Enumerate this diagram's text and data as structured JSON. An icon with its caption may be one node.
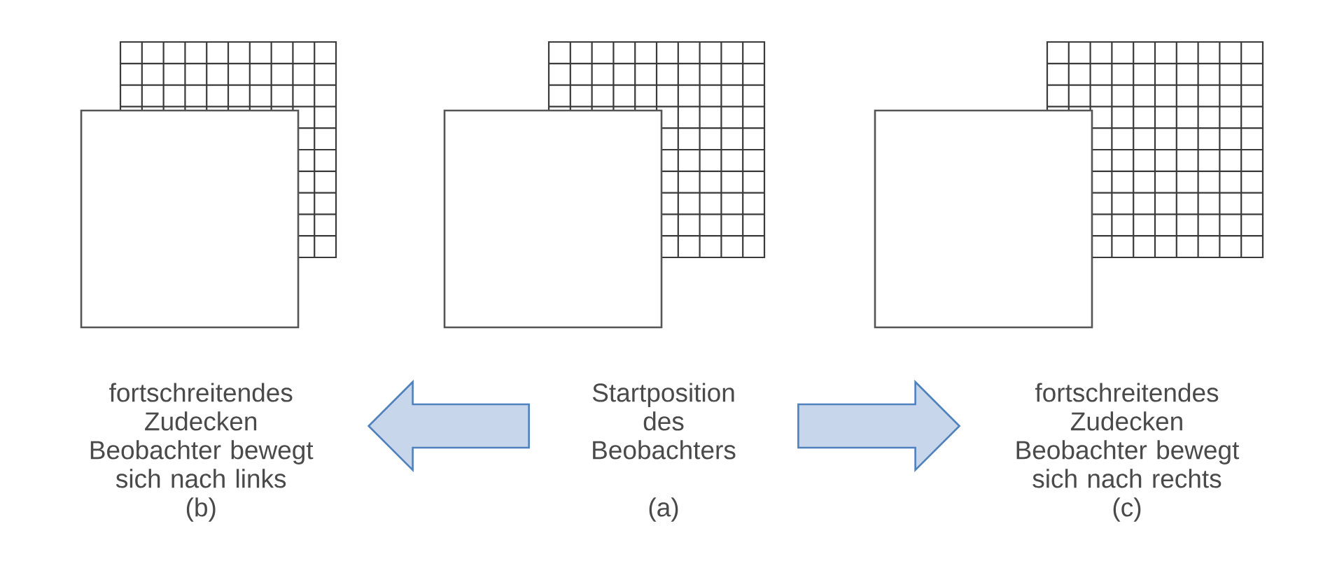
{
  "diagram": {
    "nodes": [
      {
        "text": [
          "fortschreitendes Zudecken Beobachter bewegt sich nach links",
          "(b)"
        ]
      },
      {
        "text": [
          "Startposition des Beobachters",
          "(a)"
        ]
      },
      {
        "text": [
          "fortschreitendes Zudecken Beobachter bewegt sich nach rechts",
          "(c)"
        ]
      }
    ],
    "edges": [
      {
        "from": 1,
        "to": 0,
        "arrow": "to"
      },
      {
        "from": 1,
        "to": 2,
        "arrow": "to"
      }
    ]
  }
}
